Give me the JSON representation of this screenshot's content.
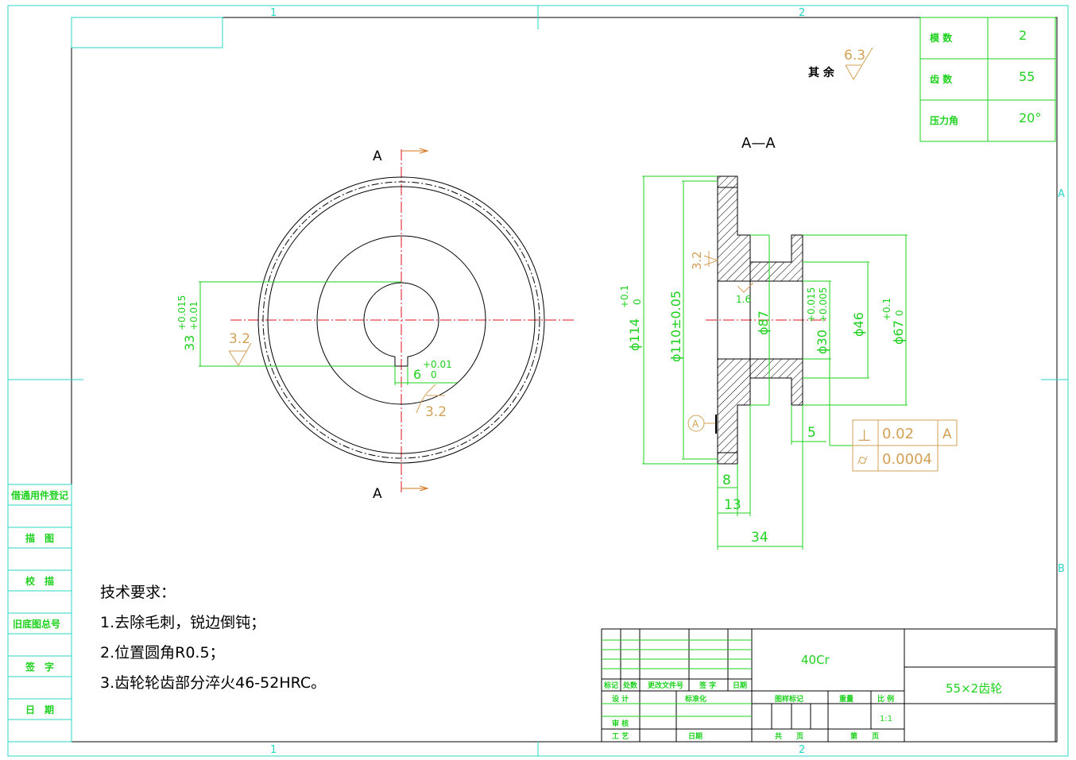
{
  "frame": {
    "zone_top_1": "1",
    "zone_top_2": "2",
    "zone_bottom_1": "1",
    "zone_bottom_2": "2",
    "zone_right_a": "A",
    "zone_right_b": "B"
  },
  "gear_params": {
    "rows": [
      {
        "label": "模 数",
        "value": "2"
      },
      {
        "label": "齿 数",
        "value": "55"
      },
      {
        "label": "压力角",
        "value": "20°"
      }
    ]
  },
  "surface_finish": {
    "rest_label": "其 余",
    "rest_value": "6.3"
  },
  "front_view": {
    "section_mark_top": "A",
    "section_mark_bottom": "A",
    "dim_keyway_height": "33",
    "dim_keyway_height_tol_upper": "+0.015",
    "dim_keyway_height_tol_lower": "+0.01",
    "dim_keyway_width": "6",
    "dim_keyway_width_tol_upper": "+0.01",
    "dim_keyway_width_tol_lower": "0",
    "roughness_1": "3.2",
    "roughness_2": "3.2"
  },
  "section_view": {
    "title": "A—A",
    "dim_tip_diameter": "ϕ114",
    "dim_tip_tol_upper": "+0.1",
    "dim_tip_tol_lower": "0",
    "dim_pitch_diameter": "ϕ110±0.05",
    "dim_d87": "ϕ87",
    "dim_bore": "ϕ30",
    "dim_bore_tol_upper": "+0.015",
    "dim_bore_tol_lower": "+0.005",
    "dim_d46": "ϕ46",
    "dim_d67": "ϕ67",
    "dim_d67_tol_upper": "+0.1",
    "dim_d67_tol_lower": "0",
    "roughness_hub": "3.2",
    "roughness_bore": "1.6",
    "datum": "A",
    "dim_5": "5",
    "dim_8": "8",
    "dim_13": "13",
    "dim_34": "34",
    "gdt_perp_value": "0.02",
    "gdt_perp_datum": "A",
    "gdt_cyl_value": "0.0004",
    "gdt_perp_symbol": "⊥",
    "gdt_cyl_symbol": "⌭"
  },
  "tech_req": {
    "title": "技术要求：",
    "items": [
      "1.去除毛刺，锐边倒钝；",
      "2.位置圆角R0.5；",
      "3.齿轮轮齿部分淬火46-52HRC。"
    ]
  },
  "left_strip": {
    "items": [
      "借通用件登记",
      "描　图",
      "校　描",
      "旧底图总号",
      "签　字",
      "日　期"
    ]
  },
  "title_block": {
    "material": "40Cr",
    "part_name": "55×2齿轮",
    "rev_headers": [
      "标记",
      "处数",
      "更改文件号",
      "签 字",
      "日期"
    ],
    "sign_design": "设 计",
    "sign_standard": "标准化",
    "sign_review": "审 核",
    "sign_process": "工 艺",
    "sign_date": "日期",
    "stage_label": "图样标记",
    "weight_label": "重量",
    "scale_label": "比 例",
    "scale_value": "1:1",
    "sheets_total": "共　　页",
    "sheet_no": "第　　页"
  }
}
